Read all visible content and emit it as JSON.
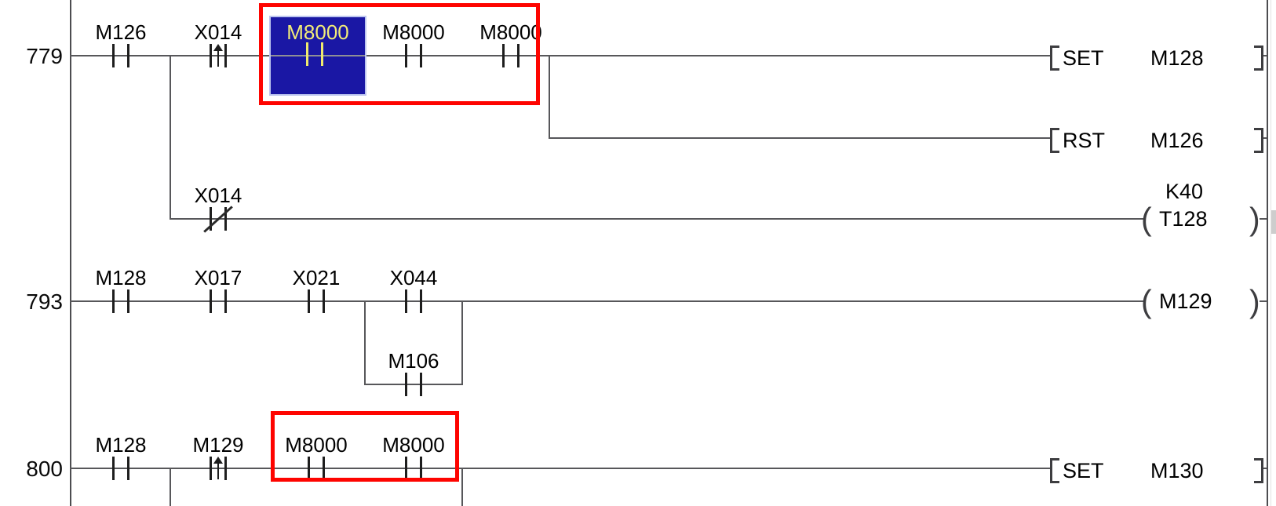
{
  "editor": {
    "type": "plc-ladder-diagram",
    "wire_color": "#57575a",
    "selection": {
      "background": "#1a17a4",
      "text_color": "#f2ec78",
      "device": "M8000"
    },
    "annotation_color": "#fe0400",
    "symbols": {
      "coil_open": "(",
      "coil_close": ")"
    }
  },
  "rungs": {
    "r779": {
      "number": "779",
      "contacts": [
        {
          "device": "M126",
          "type": "normally-open"
        },
        {
          "device": "X014",
          "type": "rising-pulse"
        },
        {
          "device": "M8000",
          "type": "normally-open",
          "selected": true
        },
        {
          "device": "M8000",
          "type": "normally-open"
        },
        {
          "device": "M8000",
          "type": "normally-open"
        }
      ],
      "output": {
        "instruction": "SET",
        "device": "M128"
      }
    },
    "rst_branch": {
      "output": {
        "instruction": "RST",
        "device": "M126"
      }
    },
    "timer_branch": {
      "contact": {
        "device": "X014",
        "type": "normally-closed"
      },
      "coil": {
        "device": "T128",
        "preset": "K40"
      }
    },
    "r793": {
      "number": "793",
      "contacts": [
        {
          "device": "M128",
          "type": "normally-open"
        },
        {
          "device": "X017",
          "type": "normally-open"
        },
        {
          "device": "X021",
          "type": "normally-open"
        },
        {
          "device": "X044",
          "type": "normally-open"
        }
      ],
      "parallel_contact": {
        "device": "M106",
        "type": "normally-open"
      },
      "coil": {
        "device": "M129"
      }
    },
    "r800": {
      "number": "800",
      "contacts": [
        {
          "device": "M128",
          "type": "normally-open"
        },
        {
          "device": "M129",
          "type": "rising-pulse"
        },
        {
          "device": "M8000",
          "type": "normally-open"
        },
        {
          "device": "M8000",
          "type": "normally-open"
        }
      ],
      "output": {
        "instruction": "SET",
        "device": "M130"
      }
    }
  },
  "annotations": {
    "boxes": [
      {
        "around": "M8000 series contacts, rung 779"
      },
      {
        "around": "M8000 series contacts, rung 800"
      }
    ]
  }
}
